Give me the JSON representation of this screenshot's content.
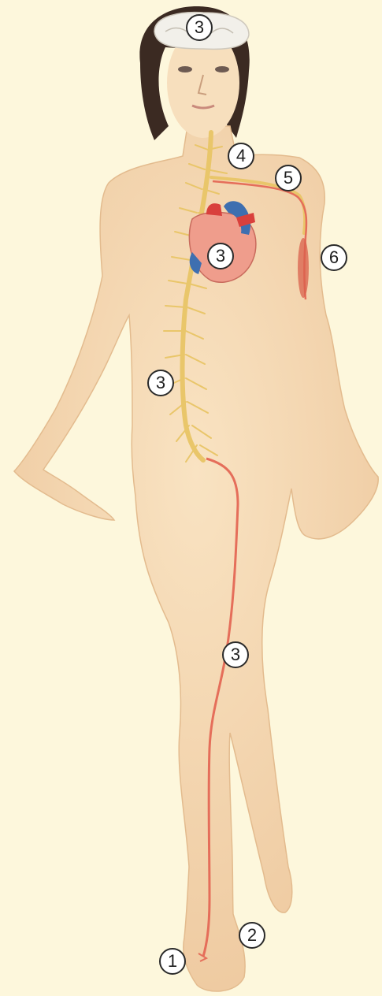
{
  "markers": [
    {
      "id": "brain",
      "label": "3"
    },
    {
      "id": "spinal-cord-cervical",
      "label": "4"
    },
    {
      "id": "arm-nerve",
      "label": "5"
    },
    {
      "id": "arm-muscle",
      "label": "6"
    },
    {
      "id": "heart",
      "label": "3"
    },
    {
      "id": "spinal-cord",
      "label": "3"
    },
    {
      "id": "leg-nerve",
      "label": "3"
    },
    {
      "id": "ankle",
      "label": "2"
    },
    {
      "id": "foot-receptor",
      "label": "1"
    }
  ],
  "colors": {
    "background": "#fdf7dc",
    "skin": "#f6dcb5",
    "skin_shadow": "#e8c396",
    "hair": "#3b2a22",
    "brain": "#f2f0ea",
    "spinal_cord": "#e9c66a",
    "nerve": "#e56e5a",
    "heart": "#ef9d8c",
    "vessel_blue": "#3e6fb0",
    "vessel_red": "#d9403c"
  },
  "icons": {
    "figure": "human-body-icon",
    "brain": "brain-icon",
    "heart": "heart-icon",
    "spinal_cord": "spinal-cord-icon"
  }
}
